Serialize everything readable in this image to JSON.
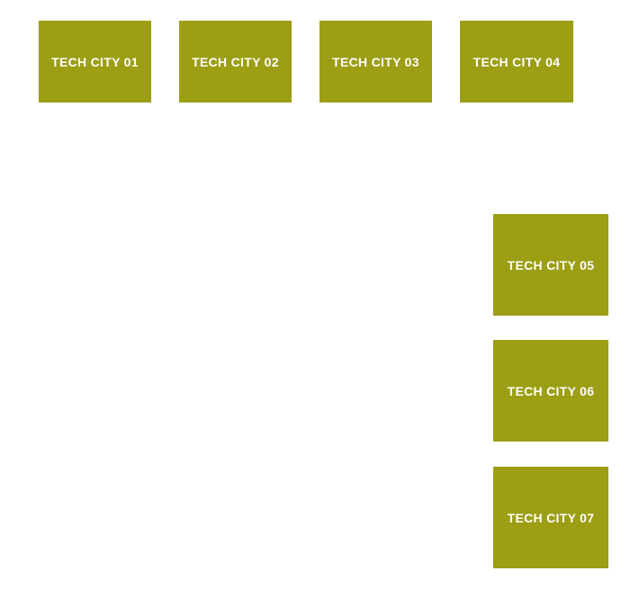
{
  "colors": {
    "tile_background": "#9c9e14",
    "tile_text": "#ffffff",
    "page_background": "#ffffff"
  },
  "tiles": [
    {
      "label": "TECH CITY 01"
    },
    {
      "label": "TECH CITY 02"
    },
    {
      "label": "TECH CITY 03"
    },
    {
      "label": "TECH CITY 04"
    },
    {
      "label": "TECH CITY 05"
    },
    {
      "label": "TECH CITY 06"
    },
    {
      "label": "TECH CITY 07"
    }
  ]
}
